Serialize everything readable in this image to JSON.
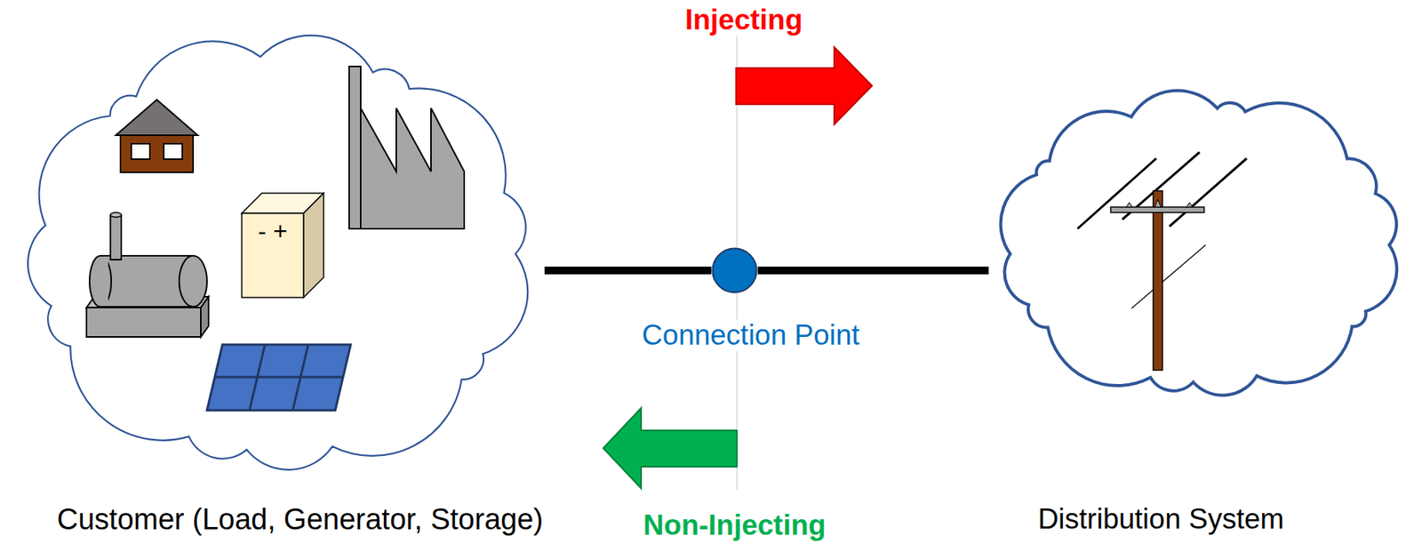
{
  "diagram": {
    "nodes": [
      {
        "text": [
          "Customer (Load, Generator, Storage)"
        ]
      },
      {
        "text": [
          "- +"
        ],
        "in": 0
      },
      {
        "text": [
          "Connection Point"
        ]
      },
      {
        "text": [
          "Distribution System"
        ]
      }
    ],
    "edges": [
      {
        "from": 0,
        "to": 2,
        "arrow": "none"
      },
      {
        "from": 2,
        "to": 3,
        "arrow": "none"
      }
    ],
    "labels": [
      "Injecting",
      "Non-Injecting"
    ]
  }
}
